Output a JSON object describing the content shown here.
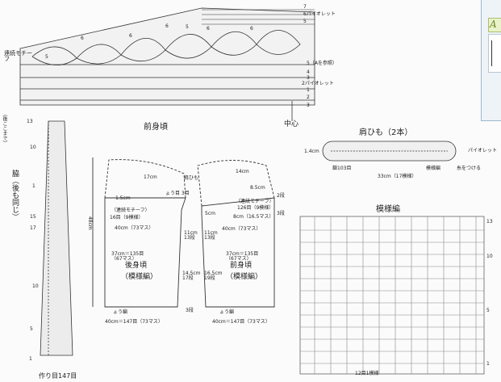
{
  "diagram": {
    "front_title": "前身頃",
    "center": "中心",
    "motif_label": "連続モチーフ",
    "side_label": "脇（後も同じ）",
    "side_note": "（後ここまで）",
    "start_label": "作り目147目",
    "strap_title": "肩ひも（2本）",
    "pattern_title": "模様編",
    "back_body": "後身頃",
    "back_body_sub": "（模様編）",
    "front_body": "前身頃",
    "front_body_sub": "（模様編）",
    "shoulder_strap_label": "肩ひも",
    "yoke_labels": [
      "5（Aを参照）",
      "4",
      "3",
      "2パイオレット",
      "1",
      "2",
      "3"
    ],
    "top_labels": [
      "7",
      "6パイオレット",
      "5"
    ],
    "side_numbers": [
      "13",
      "10",
      "1",
      "17",
      "15",
      "10",
      "5",
      "1"
    ],
    "petal_numbers": [
      "5",
      "6",
      "6",
      "6",
      "5",
      "6",
      "6"
    ],
    "back_dims": {
      "strap_len": "17cm",
      "width_top": "1.5cm",
      "motif": "（連続モチーフ）",
      "motif_rows": "16目（9模様）",
      "chest": "40cm（73マス）",
      "height": "48cm",
      "inner": "11cm 13段",
      "body_w": "37cm＝135目\n（67マス）",
      "lower": "14.5cm 17段",
      "bottom": "40cm＝147目（73マス）",
      "yo": "ょう編",
      "dan": "3段",
      "strap_pick": "ょう目 3目"
    },
    "front_dims": {
      "strap_len": "14cm",
      "width_top": "8.5cm",
      "motif": "（連続モチーフ）",
      "motif_rows": "126目（9模様）",
      "side": "8cm（16.5マス）",
      "shoulder": "5cm",
      "chest": "40cm（73マス）",
      "body_w": "37cm＝135目\n（67マス）",
      "lower": "16.5cm 19段",
      "bottom": "40cm＝147目（73マス）",
      "inner": "11cm 13段",
      "dan": "3段",
      "two_dan": "2段",
      "yo": "ょう編"
    },
    "strap_dims": {
      "height": "1.4cm",
      "picot": "パイオレット",
      "chain": "鎖103目",
      "length": "33cm（17模様）",
      "pattern": "模様編",
      "attach": "糸をつける"
    },
    "pattern_rows": [
      "13",
      "10",
      "5",
      "1"
    ],
    "pattern_bottom": "12目1模様"
  },
  "panel": {
    "accent": "#6c8c2a",
    "glyph": "A"
  }
}
